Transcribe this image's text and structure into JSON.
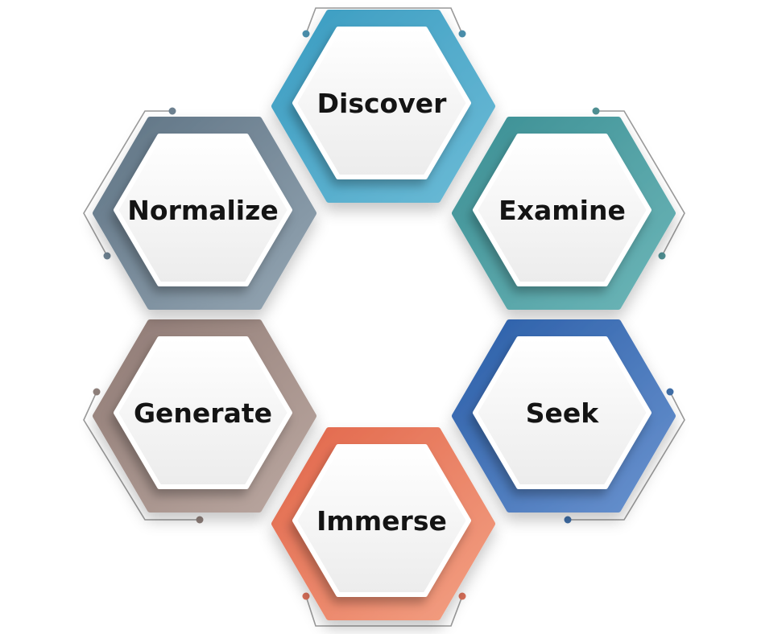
{
  "diagram": {
    "nodes": [
      {
        "id": "discover",
        "label": "Discover",
        "color": "#3a9cc1",
        "color_light": "#6cbbd6",
        "accent": "#4a8eab"
      },
      {
        "id": "examine",
        "label": "Examine",
        "color": "#3b8f94",
        "color_light": "#6db6b8",
        "accent": "#4f8f92"
      },
      {
        "id": "seek",
        "label": "Seek",
        "color": "#2a5ea8",
        "color_light": "#6a93cf",
        "accent": "#3f6ea7"
      },
      {
        "id": "immerse",
        "label": "Immerse",
        "color": "#e2664a",
        "color_light": "#f3a184",
        "accent": "#d96f59"
      },
      {
        "id": "generate",
        "label": "Generate",
        "color": "#8f7a74",
        "color_light": "#bba8a1",
        "accent": "#8e7f7a"
      },
      {
        "id": "normalize",
        "label": "Normalize",
        "color": "#5e7384",
        "color_light": "#95a6b3",
        "accent": "#6d8190"
      }
    ]
  }
}
